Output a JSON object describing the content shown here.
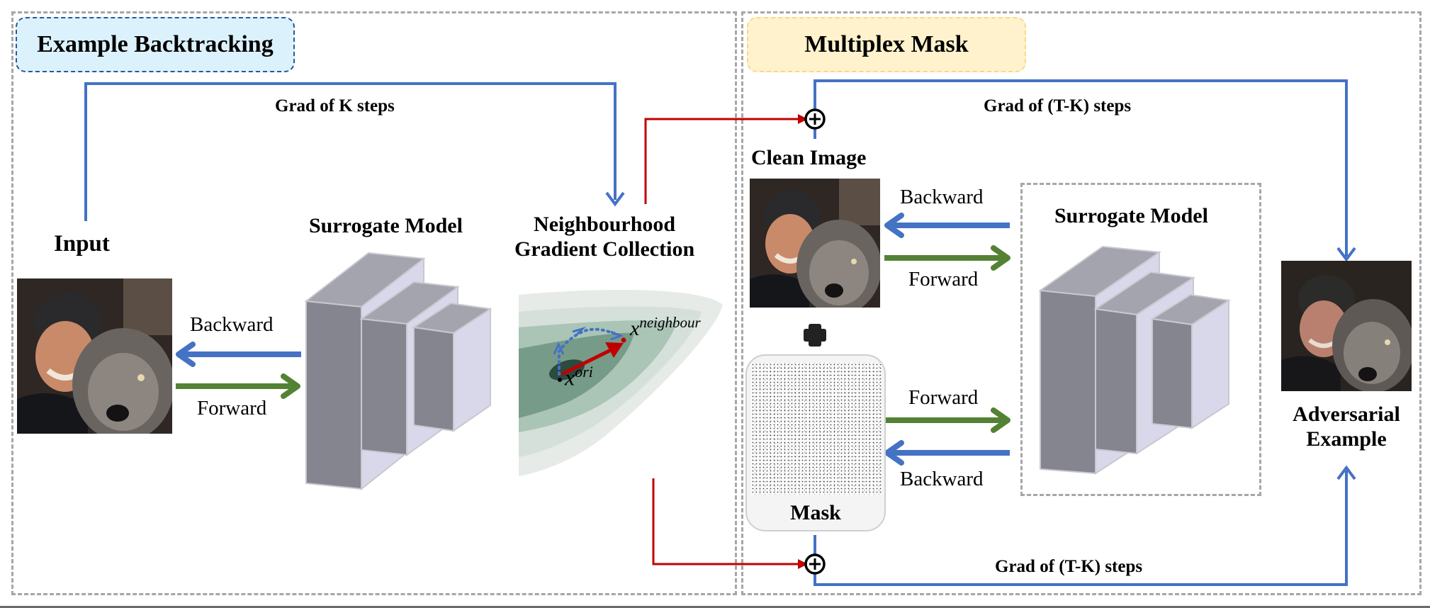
{
  "panels": {
    "left": {
      "title": "Example Backtracking"
    },
    "right": {
      "title": "Multiplex Mask"
    }
  },
  "left_panel": {
    "grad_label": "Grad of K steps",
    "input_label": "Input",
    "surrogate_label": "Surrogate Model",
    "backward_label": "Backward",
    "forward_label": "Forward",
    "neighbourhood_label_line1": "Neighbourhood",
    "neighbourhood_label_line2": "Gradient Collection",
    "x_ori_label": "ori",
    "x_neighbour_label": "neighbour",
    "x_symbol": "x"
  },
  "right_panel": {
    "top_grad_label": "Grad of (T-K) steps",
    "bottom_grad_label": "Grad of (T-K) steps",
    "clean_image_label": "Clean Image",
    "plus_symbol": "+",
    "mask_label": "Mask",
    "surrogate_label": "Surrogate Model",
    "upper_backward_label": "Backward",
    "upper_forward_label": "Forward",
    "lower_forward_label": "Forward",
    "lower_backward_label": "Backward",
    "adversarial_label_line1": "Adversarial",
    "adversarial_label_line2": "Example",
    "sum_symbol": "⊕"
  },
  "colors": {
    "backward_arrow": "#4472c4",
    "forward_arrow": "#548235",
    "neighbour_path": "#c00000",
    "panel_border": "#a6a6a6",
    "left_tag_bg": "#dbf1fc",
    "right_tag_bg": "#fff2cc"
  }
}
